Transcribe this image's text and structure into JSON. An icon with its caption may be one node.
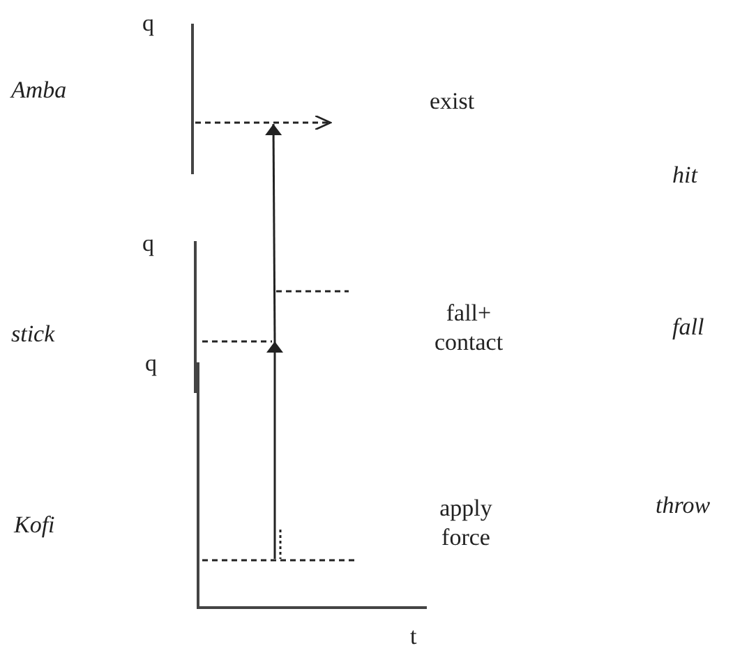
{
  "diagram": {
    "labels": [
      "q",
      "Amba",
      "exist",
      "hit",
      "q",
      "stick",
      "fall+ contact",
      "fall",
      "q",
      "apply force",
      "throw",
      "Kofi",
      "t"
    ]
  }
}
